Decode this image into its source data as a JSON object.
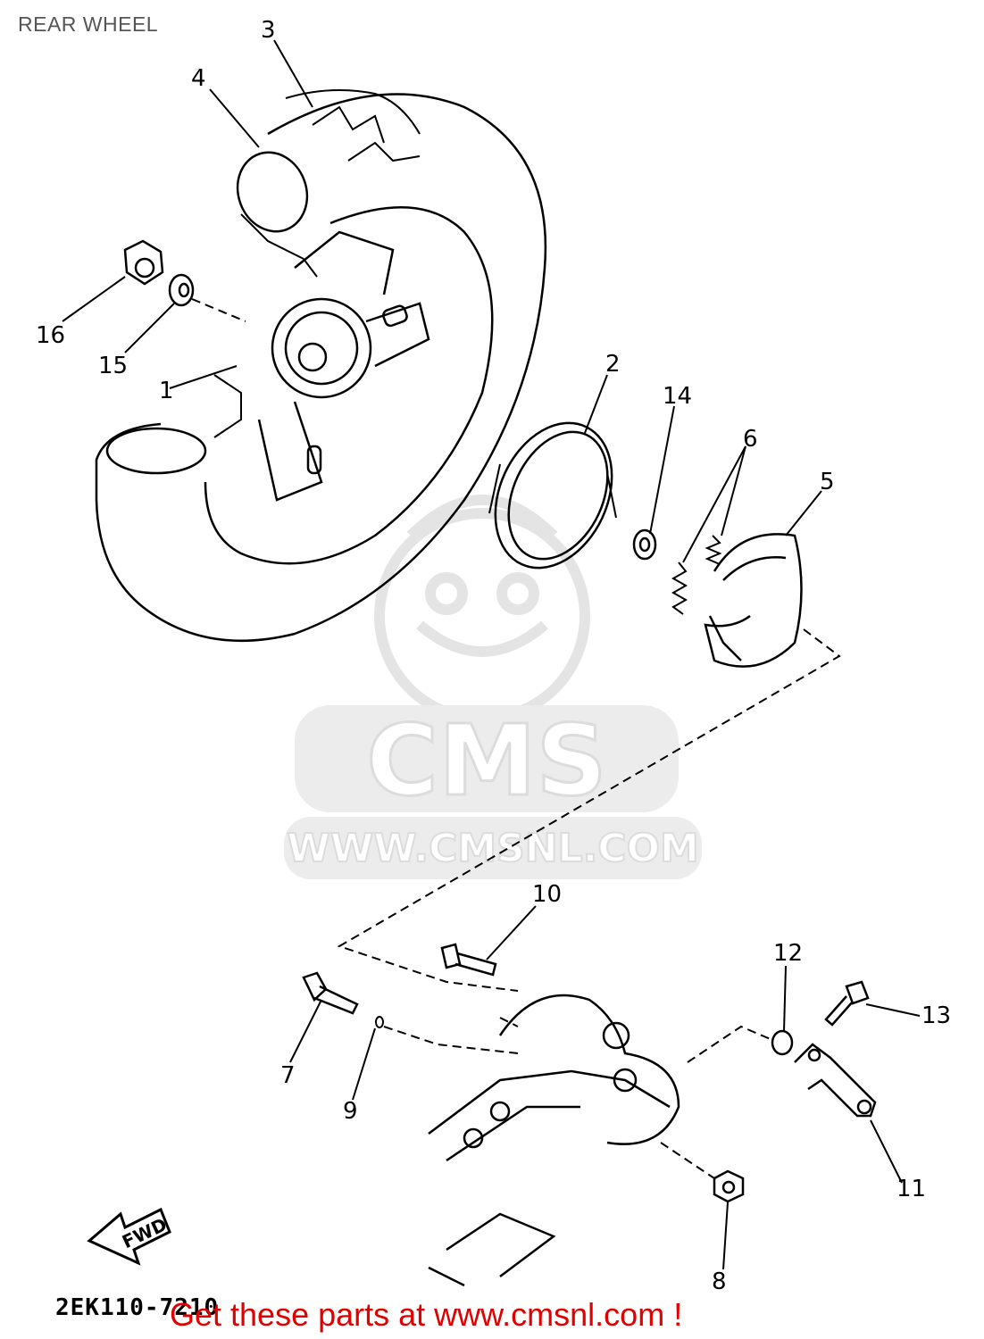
{
  "page": {
    "title": "REAR WHEEL",
    "diagram_code": "2EK110-7210",
    "footer_link_text": "Get these parts at www.cmsnl.com !",
    "fwd_label": "FWD"
  },
  "watermark": {
    "brand": "CMS",
    "url": "WWW.CMSNL.COM"
  },
  "callouts": {
    "c1": "1",
    "c2": "2",
    "c3": "3",
    "c4": "4",
    "c5": "5",
    "c6": "6",
    "c7": "7",
    "c8": "8",
    "c9": "9",
    "c10": "10",
    "c11": "11",
    "c12": "12",
    "c13": "13",
    "c14": "14",
    "c15": "15",
    "c16": "16"
  },
  "colors": {
    "line": "#000000",
    "watermark": "#e6e6e6",
    "footer_link": "#e00000"
  }
}
